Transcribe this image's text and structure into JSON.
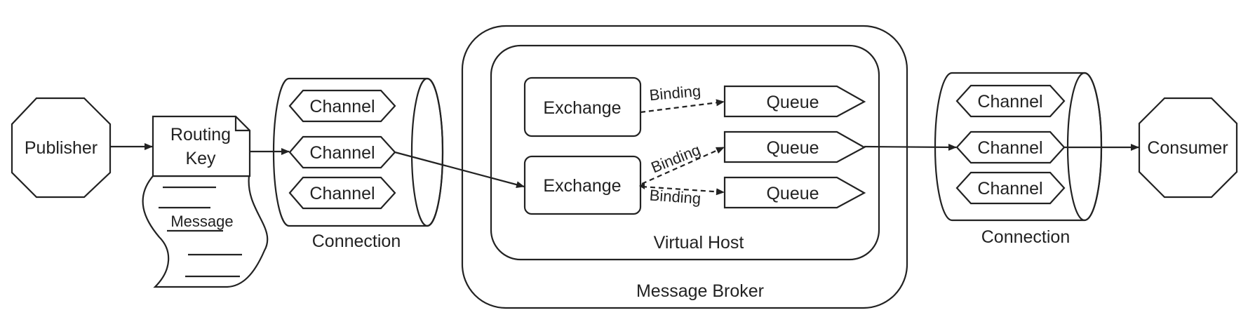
{
  "nodes": {
    "publisher": "Publisher",
    "consumer": "Consumer",
    "routing_key": [
      "Routing",
      "Key"
    ],
    "message": "Message",
    "connection_left": "Connection",
    "connection_right": "Connection",
    "channel": "Channel",
    "exchange": "Exchange",
    "queue": "Queue",
    "binding": "Binding",
    "virtual_host": "Virtual Host",
    "message_broker": "Message Broker"
  },
  "colors": {
    "stroke": "#222222",
    "background": "#ffffff"
  }
}
